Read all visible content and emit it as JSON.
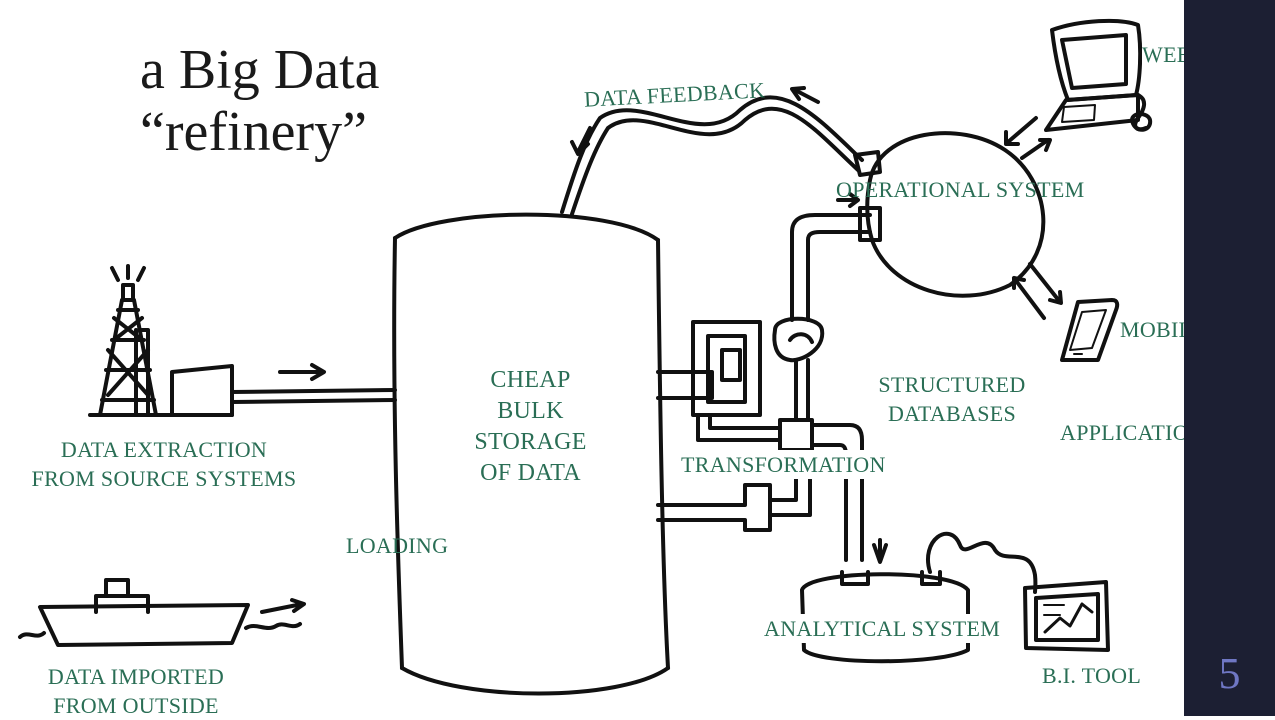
{
  "slide": {
    "title_line1": "a Big Data",
    "title_line2": "“refinery”",
    "page_number": "5"
  },
  "labels": {
    "data_feedback": "DATA FEEDBACK",
    "web_app": "WEB APP",
    "operational_system": "OPERATIONAL SYSTEM",
    "mobile_app": "MOBILE APP",
    "cheap_bulk_storage": [
      "CHEAP",
      "BULK",
      "STORAGE",
      "OF DATA"
    ],
    "structured_databases": [
      "STRUCTURED",
      "DATABASES"
    ],
    "applications": "APPLICATIONS",
    "data_extraction": [
      "DATA EXTRACTION",
      "FROM SOURCE SYSTEMS"
    ],
    "transformation": "TRANSFORMATION",
    "loading": "LOADING",
    "analytical_system": "ANALYTICAL SYSTEM",
    "data_imported": [
      "DATA IMPORTED",
      "FROM OUTSIDE"
    ],
    "bi_tool": "B.I. TOOL"
  },
  "colors": {
    "label_green": "#2a6e55",
    "sidebar_navy": "#1c1f33",
    "page_number": "#6f77c4",
    "ink": "#111111"
  },
  "icons": [
    "oil-derrick-icon",
    "ship-icon",
    "laptop-icon",
    "mobile-phone-icon",
    "bi-tool-monitor-icon"
  ]
}
